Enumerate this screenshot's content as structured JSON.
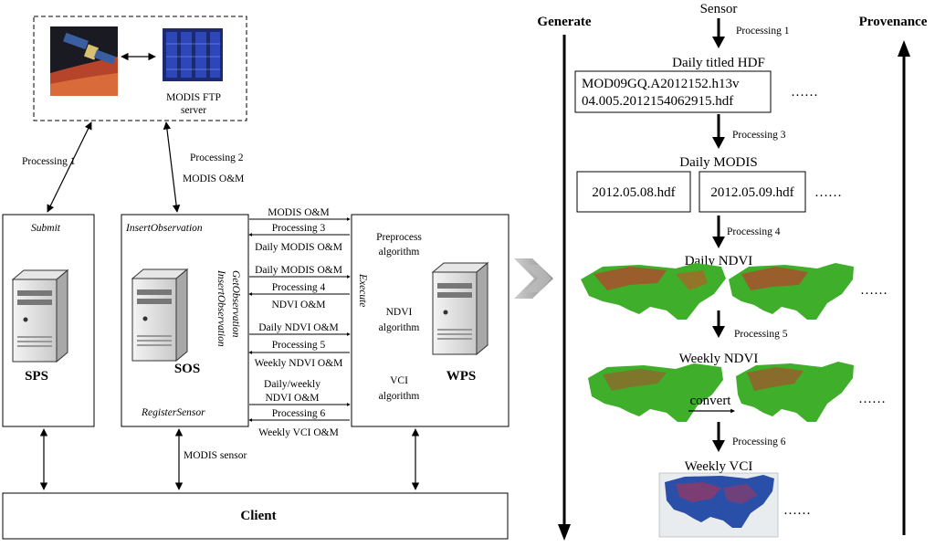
{
  "colors": {
    "processing_label": "#1f3fd0",
    "map_vegetation": "#3fae2a",
    "map_dry": "#a9502c",
    "vci_map_blue": "#2a4fa8",
    "server_body": "#ffffff",
    "big_arrow": "#9a9a9a"
  },
  "icons": {
    "satellite": "satellite-icon",
    "ftp_rack": "server-rack-icon",
    "server": "server-tower-icon"
  },
  "left": {
    "ftp_server_label_1": "MODIS FTP",
    "ftp_server_label_2": "server",
    "processing_1": "Processing 1",
    "processing_2": "Processing 2",
    "modis_om_top": "MODIS O&M",
    "sps": {
      "role": "Submit",
      "name": "SPS"
    },
    "sos": {
      "insert_observation": "InsertObservation",
      "get_observation": "GetObservation",
      "insert_observation_vertical": "InsertObservation",
      "register_sensor": "RegisterSensor",
      "name": "SOS"
    },
    "wps": {
      "execute": "Execute",
      "preprocess_1": "Preprocess",
      "preprocess_2": "algorithm",
      "ndvi_1": "NDVI",
      "ndvi_2": "algorithm",
      "vci_1": "VCI",
      "vci_2": "algorithm",
      "name": "WPS"
    },
    "messages": {
      "modis_om": "MODIS O&M",
      "processing_3": "Processing 3",
      "daily_modis_om_back": "Daily MODIS O&M",
      "daily_modis_om": "Daily MODIS O&M",
      "processing_4": "Processing 4",
      "ndvi_om": "NDVI O&M",
      "daily_ndvi_om": "Daily NDVI O&M",
      "processing_5": "Processing 5",
      "weekly_ndvi_om": "Weekly NDVI O&M",
      "daily_weekly_1": "Daily/weekly",
      "daily_weekly_2": "NDVI O&M",
      "processing_6": "Processing 6",
      "weekly_vci_om": "Weekly VCI O&M"
    },
    "modis_sensor": "MODIS sensor",
    "client": "Client"
  },
  "right": {
    "generate": "Generate",
    "provenance": "Provenance",
    "sensor": "Sensor",
    "processing_1": "Processing 1",
    "daily_hdf_title": "Daily titled HDF",
    "hdf_line_1": "MOD09GQ.A2012152.h13v",
    "hdf_line_2": "04.005.2012154062915.hdf",
    "ellipsis": "……",
    "processing_3": "Processing 3",
    "daily_modis": "Daily MODIS",
    "file_1": "2012.05.08.hdf",
    "file_2": "2012.05.09.hdf",
    "processing_4": "Processing 4",
    "daily_ndvi": "Daily NDVI",
    "processing_5": "Processing 5",
    "weekly_ndvi": "Weekly NDVI",
    "convert": "convert",
    "processing_6": "Processing 6",
    "weekly_vci": "Weekly VCI"
  }
}
